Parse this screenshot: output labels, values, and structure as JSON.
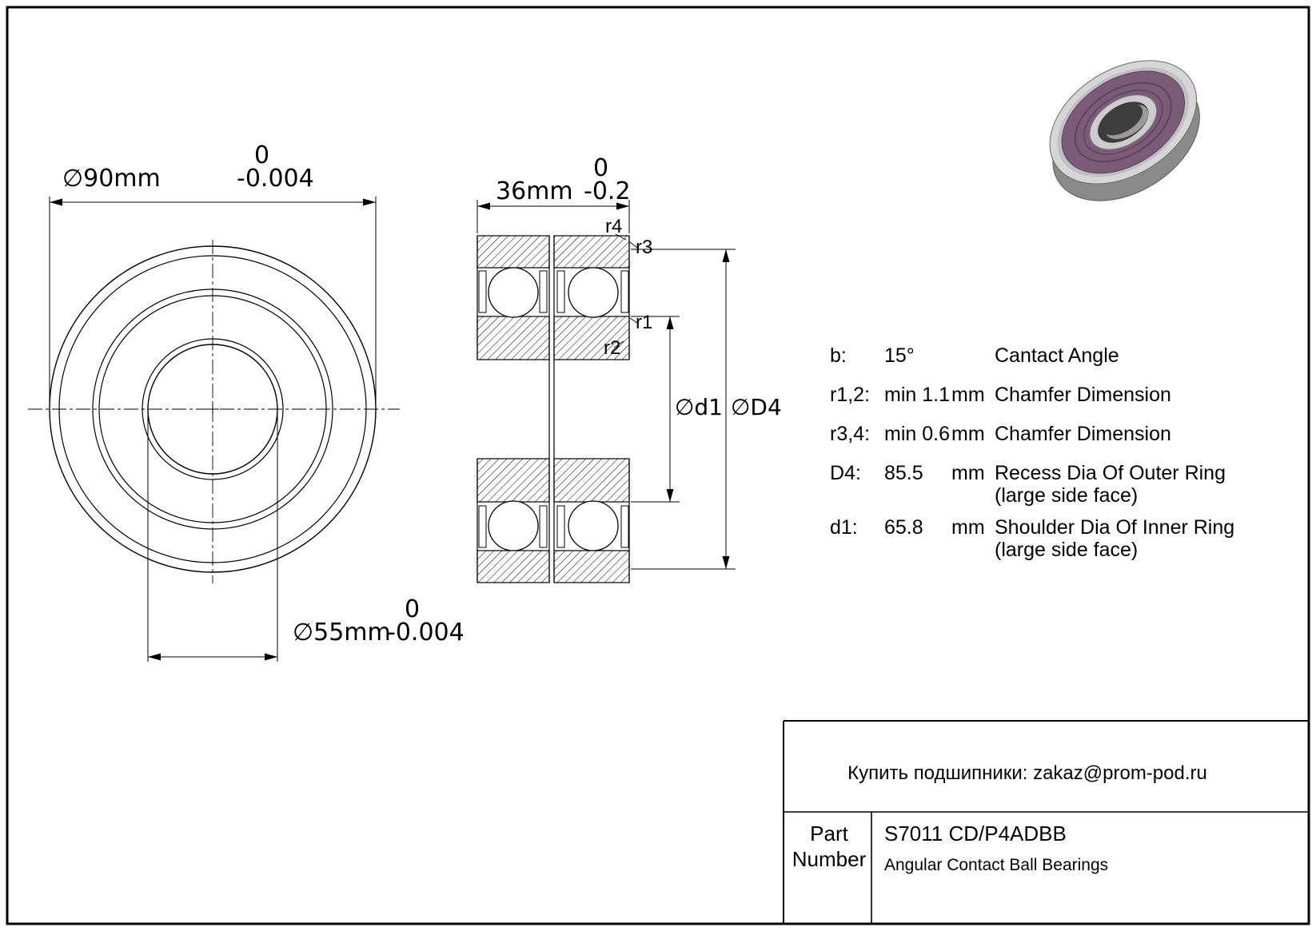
{
  "front_view": {
    "dim_outer": {
      "upper": "0",
      "nominal": "∅90mm",
      "lower": "-0.004"
    },
    "dim_bore": {
      "upper": "0",
      "nominal": "∅55mm",
      "lower": "-0.004"
    }
  },
  "section_view": {
    "dim_width": {
      "upper": "0",
      "nominal": "36mm",
      "lower": "-0.2"
    },
    "labels": {
      "r4": "r4",
      "r3": "r3",
      "r1": "r1",
      "r2": "r2",
      "d1": "∅d1",
      "D4": "∅D4"
    }
  },
  "specs": {
    "rows": [
      {
        "key": "b:",
        "value": "15°",
        "unit": "",
        "desc": "Cantact Angle",
        "desc2": ""
      },
      {
        "key": "r1,2:",
        "value": "min 1.1",
        "unit": "mm",
        "desc": "Chamfer Dimension",
        "desc2": ""
      },
      {
        "key": "r3,4:",
        "value": "min 0.6",
        "unit": "mm",
        "desc": "Chamfer Dimension",
        "desc2": ""
      },
      {
        "key": "D4:",
        "value": "85.5",
        "unit": "mm",
        "desc": "Recess Dia Of Outer Ring",
        "desc2": "(large side face)"
      },
      {
        "key": "d1:",
        "value": "65.8",
        "unit": "mm",
        "desc": "Shoulder Dia Of Inner Ring",
        "desc2": "(large side face)"
      }
    ]
  },
  "title_block": {
    "contact": "Купить подшипники: zakaz@prom-pod.ru",
    "part_label_line1": "Part",
    "part_label_line2": "Number",
    "part_number": "S7011 CD/P4ADBB",
    "part_type": "Angular Contact Ball Bearings"
  },
  "colors": {
    "line": "#000000",
    "seal_face": "#7b5a7a"
  }
}
